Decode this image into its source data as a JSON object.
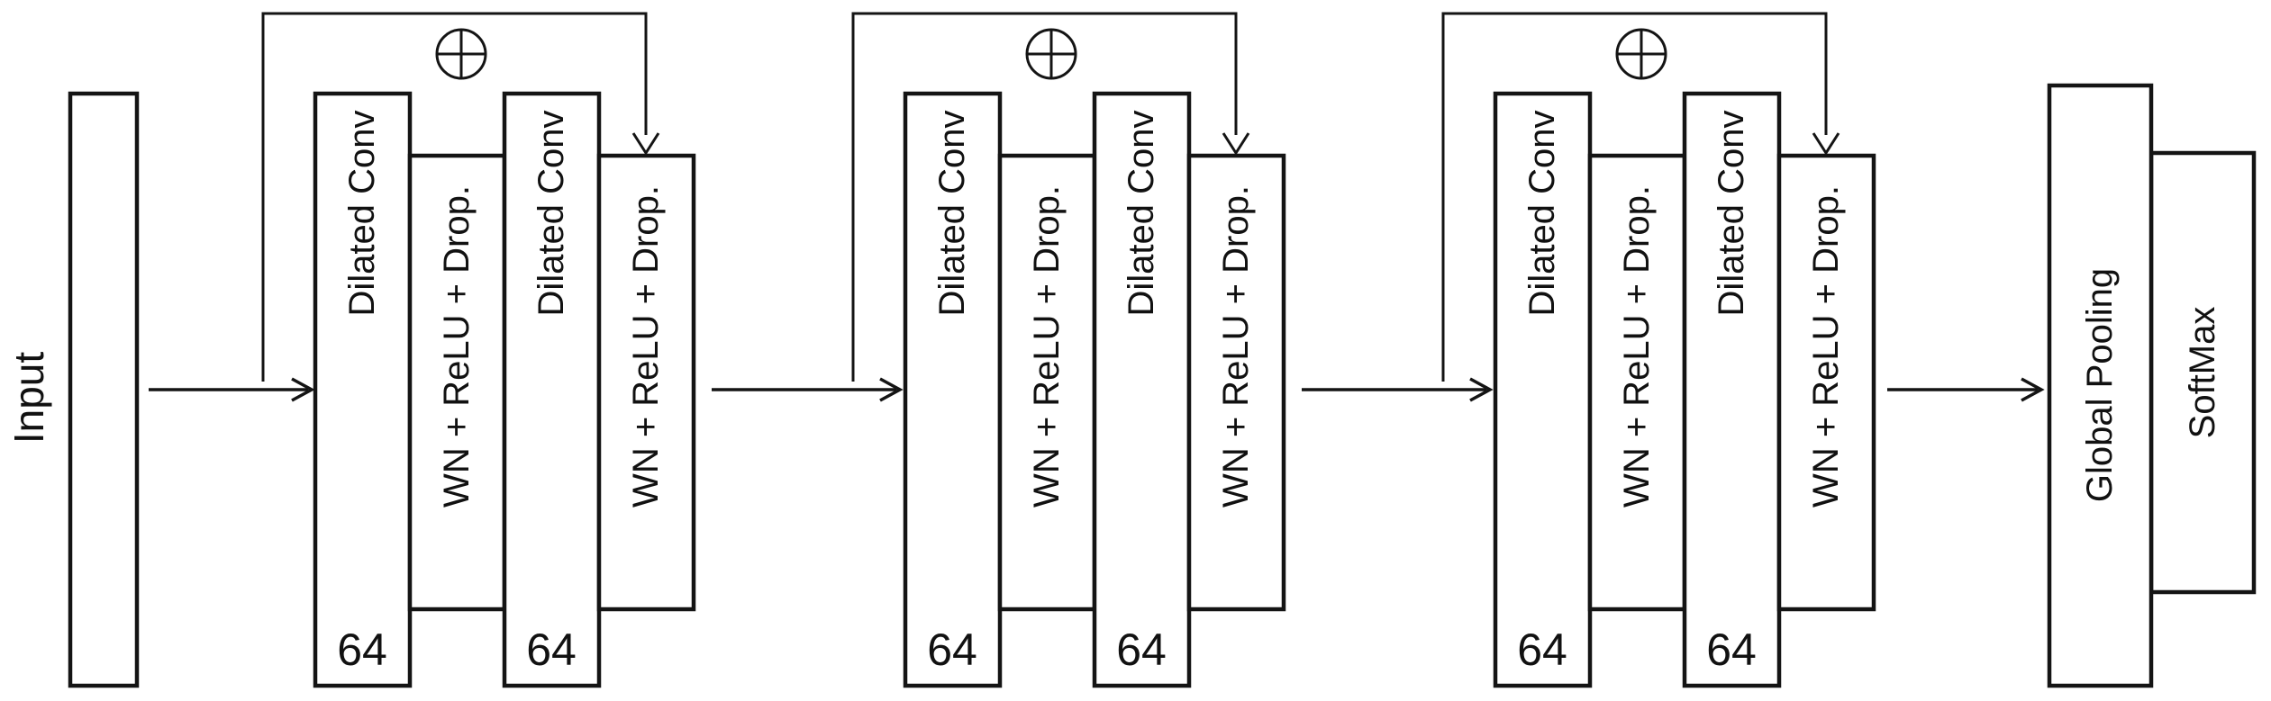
{
  "diagram": {
    "input": {
      "label": "Input"
    },
    "residual_blocks": [
      {
        "dc1": "Dilated Conv",
        "ch1": "64",
        "wn1": "WN + ReLU + Drop.",
        "dc2": "Dilated Conv",
        "ch2": "64",
        "wn2": "WN + ReLU + Drop.",
        "sum_symbol": "circled-plus"
      },
      {
        "dc1": "Dilated Conv",
        "ch1": "64",
        "wn1": "WN + ReLU + Drop.",
        "dc2": "Dilated Conv",
        "ch2": "64",
        "wn2": "WN + ReLU + Drop.",
        "sum_symbol": "circled-plus"
      },
      {
        "dc1": "Dilated Conv",
        "ch1": "64",
        "wn1": "WN + ReLU + Drop.",
        "dc2": "Dilated Conv",
        "ch2": "64",
        "wn2": "WN + ReLU + Drop.",
        "sum_symbol": "circled-plus"
      }
    ],
    "output": {
      "global_pooling": "Global Pooling",
      "softmax": "SoftMax"
    },
    "colors": {
      "stroke": "#141414",
      "background": "#ffffff"
    }
  }
}
